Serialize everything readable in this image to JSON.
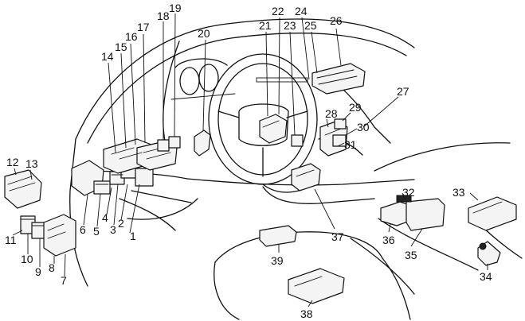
{
  "labels": [
    "1",
    "2",
    "3",
    "4",
    "5",
    "6",
    "7",
    "8",
    "9",
    "10",
    "11",
    "12",
    "13",
    "14",
    "15",
    "16",
    "17",
    "18",
    "19",
    "20",
    "21",
    "22",
    "23",
    "24",
    "25",
    "26",
    "27",
    "28",
    "29",
    "30",
    "31",
    "32",
    "33",
    "34",
    "35",
    "36",
    "37",
    "38",
    "39"
  ],
  "colors": {
    "line": "#111111",
    "part_fill": "#f4f4f4",
    "background": "#ffffff"
  }
}
